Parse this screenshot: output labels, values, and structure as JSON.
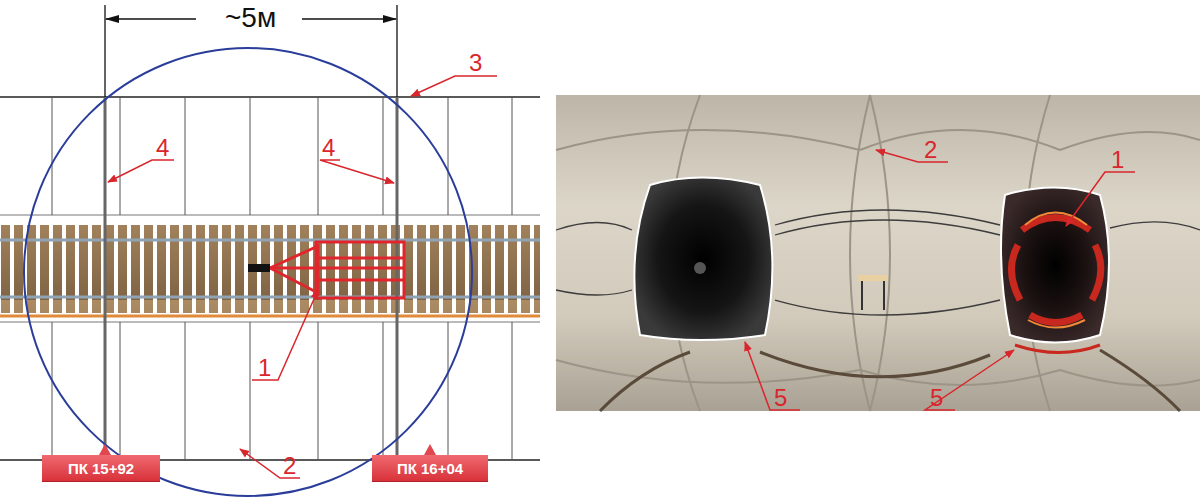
{
  "diagram": {
    "nodes": [
      {
        "text": [
          "ПК 15+92"
        ]
      },
      {
        "text": [
          "ПК 16+04"
        ]
      }
    ],
    "labels": [
      "~5м",
      "3",
      "4",
      "4",
      "1",
      "2",
      "2",
      "1",
      "5",
      "5"
    ]
  }
}
